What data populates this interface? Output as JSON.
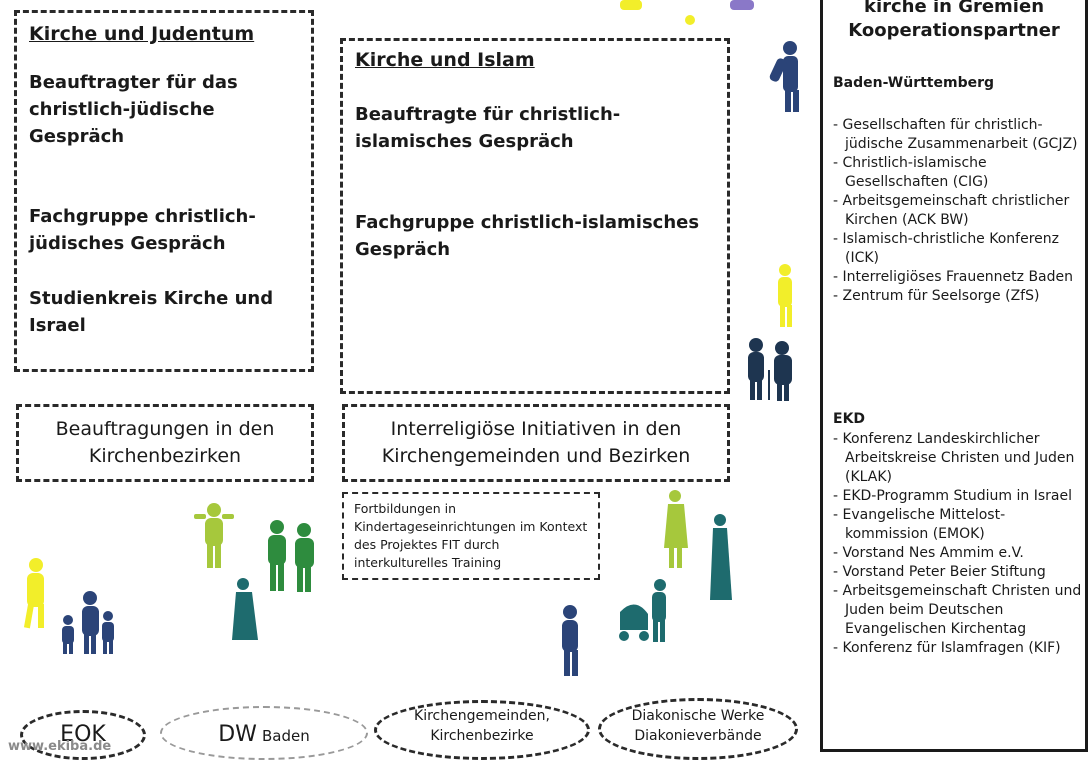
{
  "judentum": {
    "heading": "Kirche und Judentum",
    "item1": "Beauftragter für das christlich-jüdische Gespräch",
    "item2": "Fachgruppe christlich-jüdisches Gespräch",
    "item3": "Studienkreis Kirche und Israel"
  },
  "islam": {
    "heading": "Kirche und Islam",
    "item1": "Beauftragte für christlich-islamisches Gespräch",
    "item2": "Fachgruppe christlich-islamisches Gespräch"
  },
  "beauftragungen": "Beauftragungen in den Kirchenbezirken",
  "initiativen": "Interreligiöse Initiativen in den Kirchengemeinden und Bezirken",
  "fortbildungen": "Fortbildungen in Kindertageseinrichtungen im Kontext des Projektes FIT durch interkulturelles Training",
  "right_panel": {
    "title_line1": "kirche in Gremien",
    "title_line2": "Kooperationspartner",
    "bw_label": "Baden-Württemberg",
    "bw_items": [
      "- Gesellschaften für christlich-jüdische Zusammenarbeit (GCJZ)",
      "- Christlich-islamische Gesellschaften (CIG)",
      "- Arbeitsgemeinschaft christlicher Kirchen (ACK BW)",
      "- Islamisch-christliche Konferenz (ICK)",
      "- Interreligiöses Frauennetz Baden",
      "- Zentrum für Seelsorge (ZfS)"
    ],
    "ekd_label": "EKD",
    "ekd_items": [
      "- Konferenz Landeskirchlicher Arbeitskreise Christen und Juden (KLAK)",
      "- EKD-Programm Studium in Israel",
      "- Evangelische Mittelost-kommission (EMOK)",
      "- Vorstand Nes Ammim e.V.",
      "- Vorstand Peter Beier Stiftung",
      "- Arbeitsgemeinschaft Christen und Juden beim Deutschen Evangelischen Kirchentag",
      "- Konferenz für Islamfragen (KIF)"
    ]
  },
  "bottom": {
    "eok": "EOK",
    "dw_main": "DW",
    "dw_sub": "Baden",
    "gemeinden_l1": "Kirchengemeinden,",
    "gemeinden_l2": "Kirchenbezirke",
    "diakonie_l1": "Diakonische Werke",
    "diakonie_l2": "Diakonieverbände"
  },
  "footer_url": "www.ekiba.de",
  "colors": {
    "yellow": "#f2ee2a",
    "lime": "#a6c83c",
    "green": "#2e8c3e",
    "teal": "#1e6b6e",
    "navy": "#2b4478",
    "slate": "#3b4f6b",
    "violet": "#8a78c8"
  }
}
